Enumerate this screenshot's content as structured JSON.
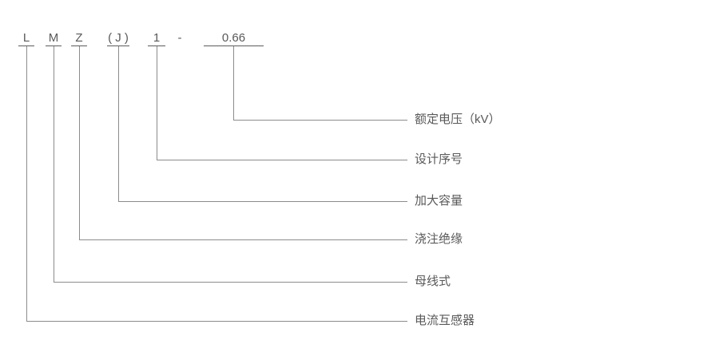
{
  "diagram_title": "model-designation-key",
  "code": {
    "letter_l": "L",
    "letter_m": "M",
    "letter_z": "Z",
    "letter_j": "( J )",
    "design_number": "1",
    "separator": "-",
    "voltage_value": "0.66"
  },
  "rows": [
    {
      "key": "rated-voltage",
      "label": "额定电压（kV）"
    },
    {
      "key": "design-serial",
      "label": "设计序号"
    },
    {
      "key": "enlarged-capacity",
      "label": "加大容量"
    },
    {
      "key": "cast-insulation",
      "label": "浇注绝缘"
    },
    {
      "key": "busbar-type",
      "label": "母线式"
    },
    {
      "key": "current-transformer",
      "label": "电流互感器"
    }
  ],
  "colors": {
    "background": "#ffffff",
    "text": "#595959",
    "underline": "#5c5c5c",
    "connector_line": "#8c8c8c"
  }
}
